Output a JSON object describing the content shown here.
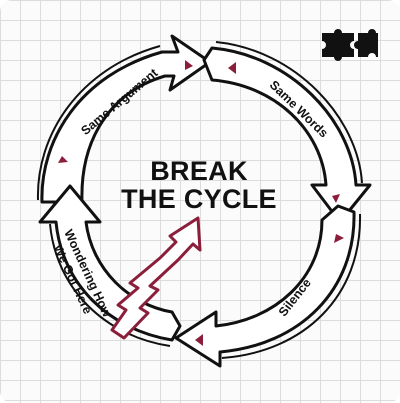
{
  "title": {
    "line1": "BREAK",
    "line2": "THE CYCLE"
  },
  "segments": [
    {
      "label": "Same Argument"
    },
    {
      "label": "Same Words"
    },
    {
      "label": "Silence"
    },
    {
      "label": "Wondering How",
      "label2": "We Got Here"
    }
  ],
  "colors": {
    "ink": "#111111",
    "accent": "#8b1e3a",
    "grid": "#dcdcdc",
    "background": "#fbfbfb"
  },
  "icons": {
    "corner": "puzzle-piece-icon",
    "breakout": "rising-arrow-icon"
  }
}
